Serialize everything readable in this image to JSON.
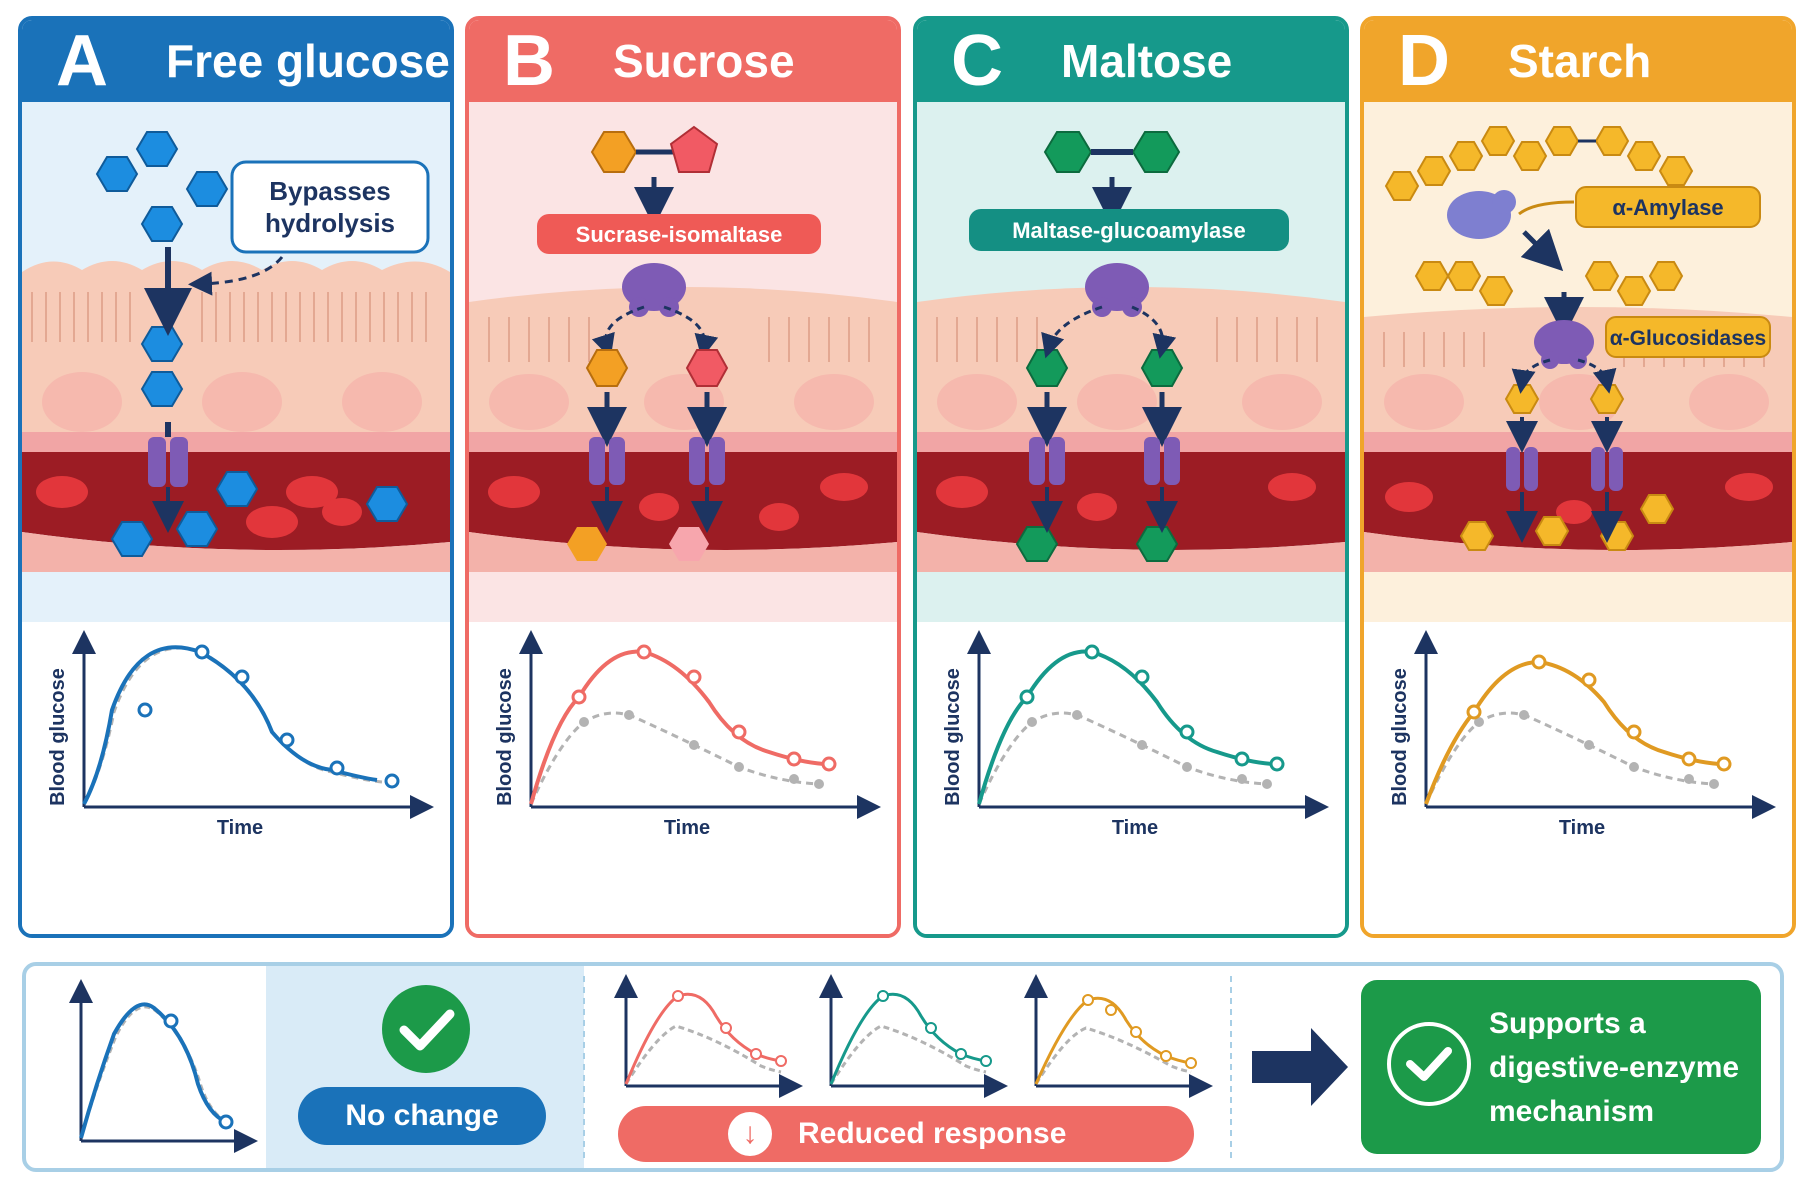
{
  "colors": {
    "free_glucose": "#1a72b9",
    "sucrose": "#ef6b65",
    "maltose": "#16998b",
    "starch": "#f0a52b",
    "control_gray": "#b3b3b3",
    "navy": "#1d3461",
    "enzyme_purple": "#7e5bb5",
    "success_green": "#1c9a49"
  },
  "panels": [
    {
      "letter": "A",
      "title": "Free glucose",
      "callout": [
        "Bypasses",
        "hydrolysis"
      ],
      "enzyme": ""
    },
    {
      "letter": "B",
      "title": "Sucrose",
      "enzyme": "Sucrase-isomaltase"
    },
    {
      "letter": "C",
      "title": "Maltose",
      "enzyme": "Maltase-glucoamylase"
    },
    {
      "letter": "D",
      "title": "Starch",
      "enzyme": "α-Amylase",
      "enzyme2": "α-Glucosidases"
    }
  ],
  "graph_labels": {
    "y": "Blood glucose",
    "x": "Time"
  },
  "icons": [
    "glucose-hexagon-icon",
    "fructose-pentagon-icon",
    "enzyme-icon",
    "transporter-icon",
    "red-blood-cell-icon",
    "checkmark-icon",
    "down-arrow-icon",
    "right-arrow-icon"
  ],
  "summary": {
    "no_change": "No change",
    "reduced": "Reduced response",
    "conclusion": [
      "Supports a",
      "digestive-enzyme",
      "mechanism"
    ]
  }
}
